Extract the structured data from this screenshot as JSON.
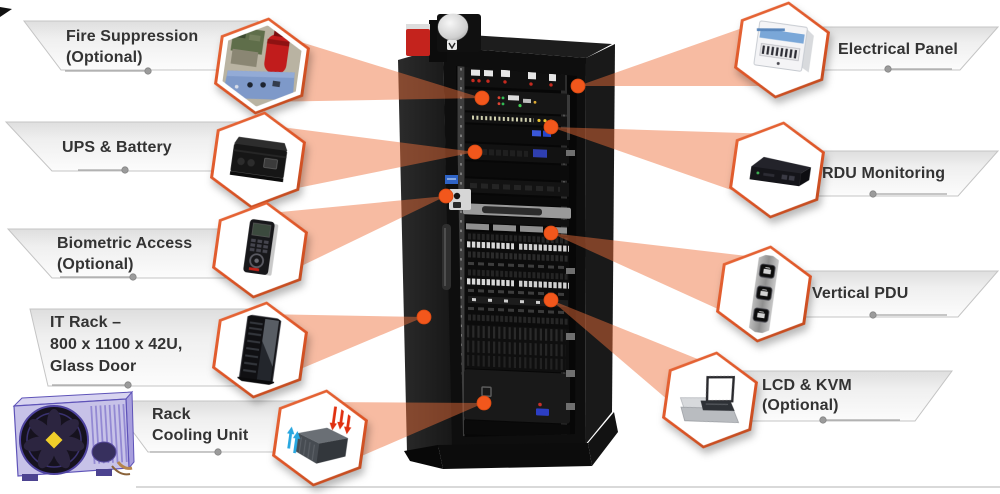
{
  "diagram_subject": "smart-rack-solution-callout-diagram",
  "callouts": {
    "fire_suppression": {
      "line1": "Fire Suppression",
      "line2": "(Optional)"
    },
    "ups_battery": {
      "line1": "UPS & Battery"
    },
    "biometric_access": {
      "line1": "Biometric Access",
      "line2": "(Optional)"
    },
    "it_rack": {
      "line1": "IT Rack –",
      "line2": "800 x 1100 x 42U,",
      "line3": "Glass Door"
    },
    "rack_cooling": {
      "line1": "Rack",
      "line2": "Cooling Unit"
    },
    "electrical_panel": {
      "line1": "Electrical Panel"
    },
    "rdu_monitoring": {
      "line1": "RDU Monitoring"
    },
    "vertical_pdu": {
      "line1": "Vertical PDU"
    },
    "lcd_kvm": {
      "line1": "LCD & KVM",
      "line2": "(Optional)"
    }
  },
  "colors": {
    "background": "#ffffff",
    "beam": "#ed6f3a",
    "connector_dot": "#f2571c",
    "hexagon_border": "#dd5527",
    "plate_fill_top": "#dedede",
    "plate_fill_bottom": "#fcfcfc",
    "plate_border": "#c4c4c4",
    "leader_line": "#a6a6a6",
    "leader_dot": "#9b9b9b",
    "label_text": "#333333",
    "rack_body": "#141414",
    "bottom_divider": "#d9d9d9"
  }
}
